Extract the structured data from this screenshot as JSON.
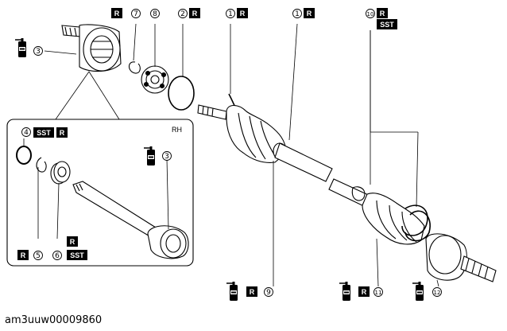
{
  "diagram": {
    "reference_id": "am3uuw00009860",
    "inset_label": "RH",
    "badge_r": "R",
    "badge_sst": "SST",
    "callouts": {
      "c1": "1",
      "c2": "2",
      "c3": "3",
      "c4": "4",
      "c5": "5",
      "c6": "6",
      "c7": "7",
      "c8": "8",
      "c9": "9",
      "c10": "10",
      "c11": "11",
      "c12": "12"
    },
    "grease_icon": "grease-can-icon",
    "colors": {
      "line": "#000000",
      "badge": "#000000",
      "background": "#ffffff"
    }
  }
}
